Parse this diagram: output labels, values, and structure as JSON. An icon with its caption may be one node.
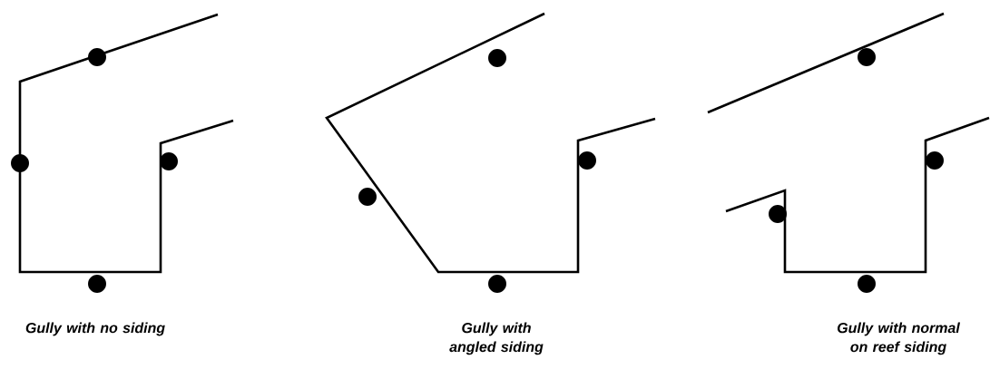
{
  "diagram": {
    "labels": [
      "Gully with no siding",
      "Gully with angled siding",
      "Gully with normal on reef siding"
    ]
  }
}
